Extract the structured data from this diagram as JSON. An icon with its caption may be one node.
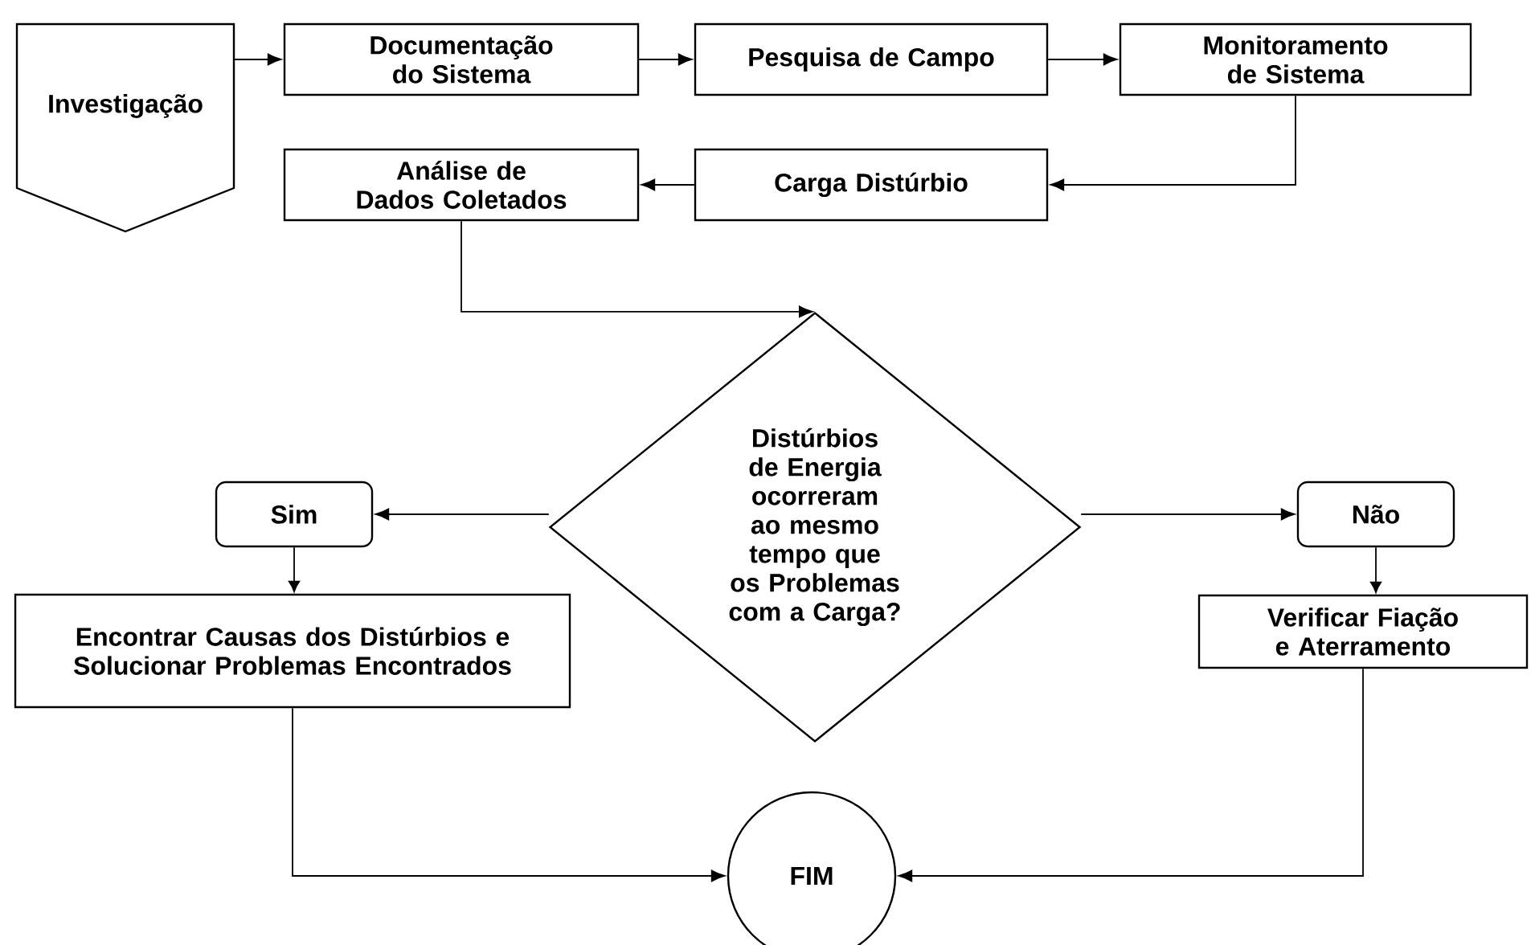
{
  "diagram": {
    "nodes": [
      {
        "text": [
          "Investigação"
        ]
      },
      {
        "text": [
          "Documentação do Sistema"
        ]
      },
      {
        "text": [
          "Pesquisa de Campo"
        ]
      },
      {
        "text": [
          "Monitoramento de Sistema"
        ]
      },
      {
        "text": [
          "Carga Distúrbio"
        ]
      },
      {
        "text": [
          "Análise de Dados Coletados"
        ]
      },
      {
        "text": [
          "Distúrbios de Energia ocorreram ao mesmo tempo que os Problemas com a Carga?"
        ]
      },
      {
        "text": [
          "Sim"
        ]
      },
      {
        "text": [
          "Encontrar Causas dos Distúrbios e Solucionar Problemas Encontrados"
        ]
      },
      {
        "text": [
          "Não"
        ]
      },
      {
        "text": [
          "Verificar Fiação e Aterramento"
        ]
      },
      {
        "text": [
          "FIM"
        ]
      }
    ],
    "edges": [
      {
        "from": 0,
        "to": 1,
        "arrow": "to"
      },
      {
        "from": 1,
        "to": 2,
        "arrow": "to"
      },
      {
        "from": 2,
        "to": 3,
        "arrow": "to"
      },
      {
        "from": 3,
        "to": 4,
        "arrow": "to"
      },
      {
        "from": 4,
        "to": 5,
        "arrow": "to"
      },
      {
        "from": 5,
        "to": 6,
        "arrow": "to"
      },
      {
        "from": 6,
        "to": 7,
        "arrow": "to"
      },
      {
        "from": 7,
        "to": 8,
        "arrow": "to"
      },
      {
        "from": 6,
        "to": 9,
        "arrow": "to"
      },
      {
        "from": 9,
        "to": 10,
        "arrow": "to"
      },
      {
        "from": 8,
        "to": 11,
        "arrow": "to"
      },
      {
        "from": 10,
        "to": 11,
        "arrow": "to"
      }
    ]
  }
}
